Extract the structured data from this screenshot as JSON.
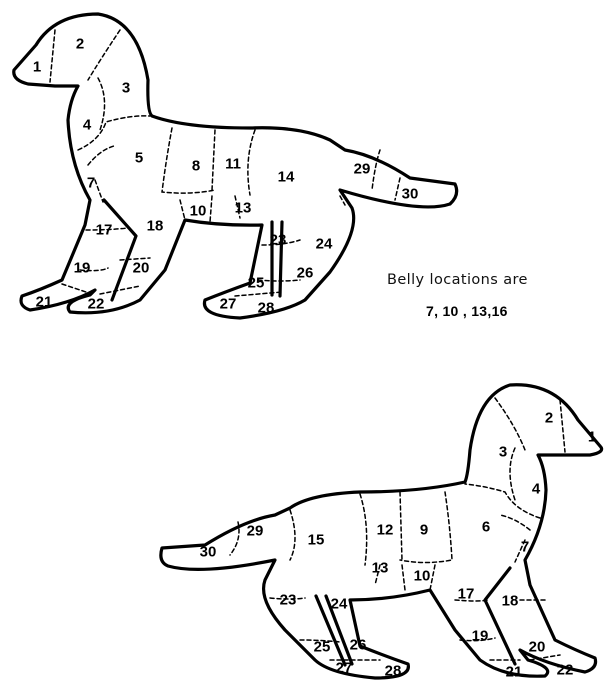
{
  "note": {
    "line1": "Belly locations are",
    "line2": "7, 10 , 13,16"
  },
  "dog_left": {
    "regions": [
      "1",
      "2",
      "3",
      "4",
      "5",
      "7",
      "8",
      "10",
      "11",
      "13",
      "14",
      "17",
      "18",
      "19",
      "20",
      "21",
      "22",
      "23",
      "24",
      "25",
      "26",
      "27",
      "28",
      "29",
      "30"
    ]
  },
  "dog_right": {
    "regions": [
      "1",
      "2",
      "3",
      "4",
      "6",
      "7",
      "9",
      "10",
      "12",
      "13",
      "15",
      "17",
      "18",
      "19",
      "20",
      "21",
      "22",
      "23",
      "24",
      "25",
      "26",
      "27",
      "28",
      "29",
      "30"
    ]
  }
}
